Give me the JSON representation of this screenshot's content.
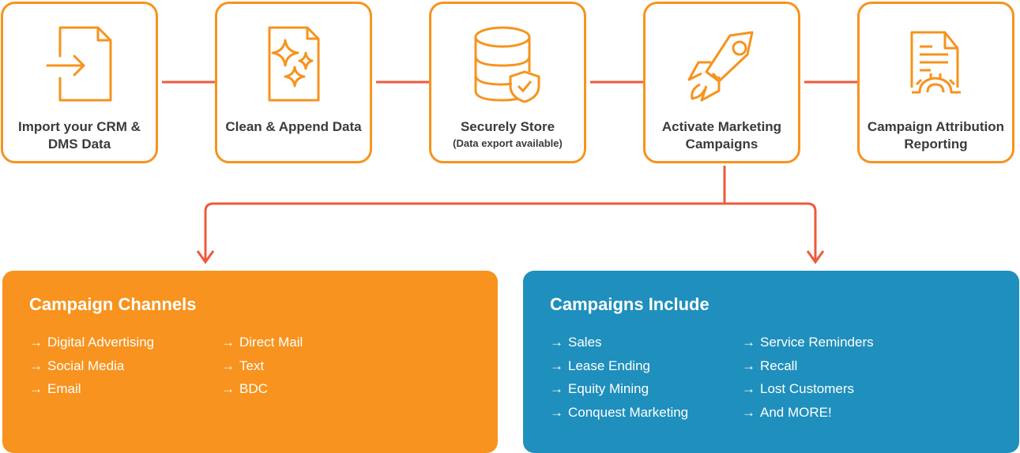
{
  "steps": [
    {
      "title": "Import your CRM & DMS Data",
      "icon": "file-import-icon"
    },
    {
      "title": "Clean & Append Data",
      "icon": "file-sparkle-icon"
    },
    {
      "title": "Securely Store",
      "subtitle": "(Data export available)",
      "icon": "database-shield-icon"
    },
    {
      "title": "Activate Marketing Campaigns",
      "icon": "rocket-icon"
    },
    {
      "title": "Campaign Attribution Reporting",
      "icon": "report-gear-icon"
    }
  ],
  "channels": {
    "title": "Campaign Channels",
    "col1": [
      "Digital Advertising",
      "Social Media",
      "Email"
    ],
    "col2": [
      "Direct Mail",
      "Text",
      "BDC"
    ]
  },
  "campaigns": {
    "title": "Campaigns Include",
    "col1": [
      "Sales",
      "Lease Ending",
      "Equity Mining",
      "Conquest Marketing"
    ],
    "col2": [
      "Service Reminders",
      "Recall",
      "Lost Customers",
      "And MORE!"
    ]
  },
  "arrow_glyph": "→",
  "colors": {
    "orange": "#f7931e",
    "connector": "#ef5a3c",
    "blue": "#1f8fbd",
    "text": "#3b3b3b"
  }
}
